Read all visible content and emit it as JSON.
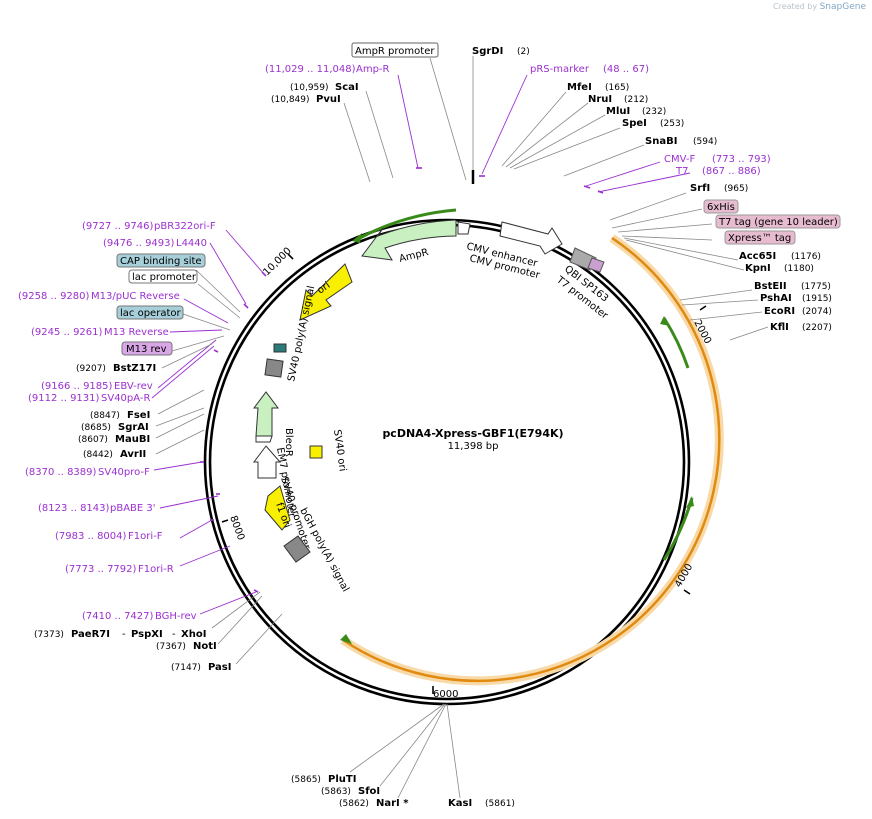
{
  "watermark": {
    "prefix": "Created by",
    "brand": "SnapGene"
  },
  "plasmid": {
    "name": "pcDNA4-Xpress-GBF1(E794K)",
    "length": "11,398 bp"
  },
  "ticks": [
    "2000",
    "4000",
    "6000",
    "8000",
    "10,000"
  ],
  "enzymes": [
    {
      "name": "SgrDI",
      "pos": "(2)"
    },
    {
      "name": "MfeI",
      "pos": "(165)"
    },
    {
      "name": "NruI",
      "pos": "(212)"
    },
    {
      "name": "MluI",
      "pos": "(232)"
    },
    {
      "name": "SpeI",
      "pos": "(253)"
    },
    {
      "name": "SnaBI",
      "pos": "(594)"
    },
    {
      "name": "SrfI",
      "pos": "(965)"
    },
    {
      "name": "Acc65I",
      "pos": "(1176)"
    },
    {
      "name": "KpnI",
      "pos": "(1180)"
    },
    {
      "name": "BstEII",
      "pos": "(1775)"
    },
    {
      "name": "PshAI",
      "pos": "(1915)"
    },
    {
      "name": "EcoRI",
      "pos": "(2074)"
    },
    {
      "name": "KflI",
      "pos": "(2207)"
    },
    {
      "name": "ScaI",
      "pos": "(10,959)"
    },
    {
      "name": "PvuI",
      "pos": "(10,849)"
    },
    {
      "name": "BstZ17I",
      "pos": "(9207)"
    },
    {
      "name": "FseI",
      "pos": "(8847)"
    },
    {
      "name": "SgrAI",
      "pos": "(8685)"
    },
    {
      "name": "MauBI",
      "pos": "(8607)"
    },
    {
      "name": "AvrII",
      "pos": "(8442)"
    },
    {
      "name": "PaeR7I",
      "pos": "(7373)"
    },
    {
      "name": "PspXI",
      "pos": ""
    },
    {
      "name": "XhoI",
      "pos": ""
    },
    {
      "name": "NotI",
      "pos": "(7367)"
    },
    {
      "name": "PasI",
      "pos": "(7147)"
    },
    {
      "name": "PluTI",
      "pos": "(5865)"
    },
    {
      "name": "SfoI",
      "pos": "(5863)"
    },
    {
      "name": "NarI *",
      "pos": "(5862)"
    },
    {
      "name": "KasI",
      "pos": "(5861)"
    }
  ],
  "primers": [
    {
      "name": "Amp-R",
      "pos": "(11,029 .. 11,048)"
    },
    {
      "name": "pRS-marker",
      "pos": "(48 .. 67)"
    },
    {
      "name": "CMV-F",
      "pos": "(773 .. 793)"
    },
    {
      "name": "T7",
      "pos": "(867 .. 886)"
    },
    {
      "name": "pBR322ori-F",
      "pos": "(9727 .. 9746)"
    },
    {
      "name": "L4440",
      "pos": "(9476 .. 9493)"
    },
    {
      "name": "M13/pUC Reverse",
      "pos": "(9258 .. 9280)"
    },
    {
      "name": "M13 Reverse",
      "pos": "(9245 .. 9261)"
    },
    {
      "name": "EBV-rev",
      "pos": "(9166 .. 9185)"
    },
    {
      "name": "SV40pA-R",
      "pos": "(9112 .. 9131)"
    },
    {
      "name": "SV40pro-F",
      "pos": "(8370 .. 8389)"
    },
    {
      "name": "pBABE 3'",
      "pos": "(8123 .. 8143)"
    },
    {
      "name": "F1ori-F",
      "pos": "(7983 .. 8004)"
    },
    {
      "name": "F1ori-R",
      "pos": "(7773 .. 7792)"
    },
    {
      "name": "BGH-rev",
      "pos": "(7410 .. 7427)"
    }
  ],
  "boxed": {
    "ampr_promoter": "AmpR promoter",
    "cap_site": "CAP binding site",
    "lac_promoter": "lac promoter",
    "lac_operator": "lac operator",
    "m13_rev": "M13 rev",
    "his": "6xHis",
    "t7_tag": "T7 tag (gene 10 leader)",
    "xpress_tag": "Xpress™ tag"
  },
  "features": {
    "cmv_enhancer": "CMV enhancer",
    "cmv_promoter": "CMV promoter",
    "qbi": "QBI SP163",
    "t7_promoter": "T7 promoter",
    "ampr": "AmpR",
    "ori": "ori",
    "sv40_polya": "SV40 poly(A) signal",
    "bleor": "BleoR",
    "em7": "EM7 promoter",
    "sv40_promoter": "SV40 promoter",
    "sv40_ori": "SV40 ori",
    "bgh": "bGH poly(A) signal",
    "f1_ori": "f1 ori"
  },
  "colors": {
    "primer": "#9b30d0",
    "orf_orange": "#f0a020",
    "orf_green": "#3a8a1a",
    "feature_green": "#c8f0c0",
    "feature_yellow": "#f8f000",
    "cyan_box": "#a6cfd9",
    "pink_box": "#e8bcd0"
  }
}
